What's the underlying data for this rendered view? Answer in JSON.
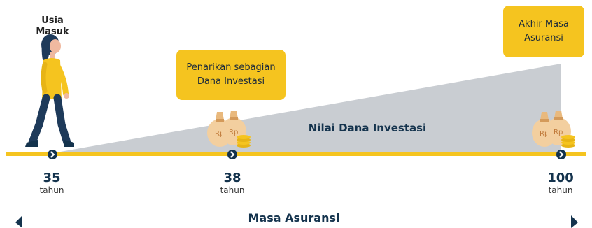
{
  "entry": {
    "line1": "Usia",
    "line2": "Masuk"
  },
  "withdrawal": {
    "line1": "Penarikan sebagian",
    "line2": "Dana Investasi"
  },
  "end": {
    "line1": "Akhir Masa",
    "line2": "Asuransi"
  },
  "fund_value_label": "Nilai Dana Investasi",
  "ticks": [
    {
      "value": "35",
      "unit": "tahun"
    },
    {
      "value": "38",
      "unit": "tahun"
    },
    {
      "value": "100",
      "unit": "tahun"
    }
  ],
  "period_label": "Masa Asuransi",
  "bag_symbol": "Rp",
  "colors": {
    "timeline": "#f5c41f",
    "callout": "#f5c41f",
    "fund_area": "#c9cdd2",
    "marker": "#14334d",
    "bag": "#f3cf9f",
    "coin": "#f5c41f"
  }
}
